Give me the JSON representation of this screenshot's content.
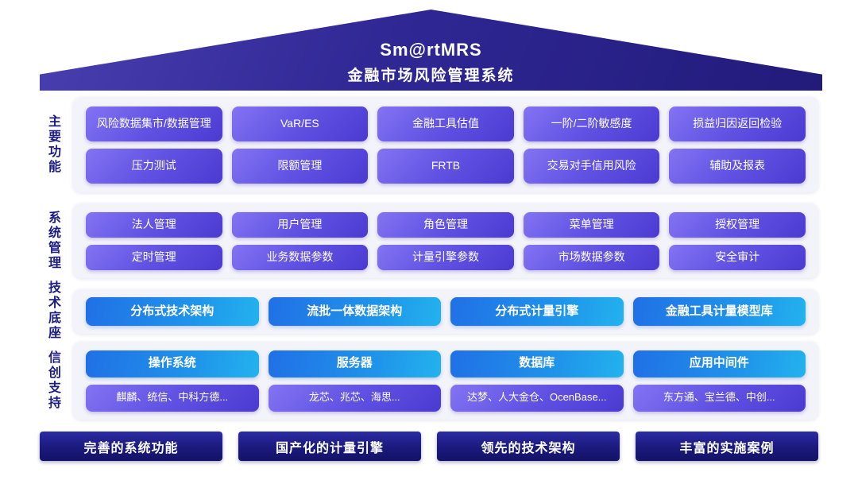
{
  "roof": {
    "title_line1": "Sm@rtMRS",
    "title_line2": "金融市场风险管理系统"
  },
  "sections": [
    {
      "label": "主要功能",
      "rows": [
        [
          "风险数据集市/数据管理",
          "VaR/ES",
          "金融工具估值",
          "一阶/二阶敏感度",
          "损益归因返回检验"
        ],
        [
          "压力测试",
          "限额管理",
          "FRTB",
          "交易对手信用风险",
          "辅助及报表"
        ]
      ]
    },
    {
      "label": "系统管理",
      "rows": [
        [
          "法人管理",
          "用户管理",
          "角色管理",
          "菜单管理",
          "授权管理"
        ],
        [
          "定时管理",
          "业务数据参数",
          "计量引擎参数",
          "市场数据参数",
          "安全审计"
        ]
      ]
    },
    {
      "label": "技术底座",
      "rows": [
        [
          "分布式技术架构",
          "流批一体数据架构",
          "分布式计量引擎",
          "金融工具计量模型库"
        ]
      ]
    },
    {
      "label": "信创支持",
      "rows": [
        [
          "操作系统",
          "服务器",
          "数据库",
          "应用中间件"
        ],
        [
          "麒麟、统信、中科方德...",
          "龙芯、兆芯、海思...",
          "达梦、人大金仓、OcenBase...",
          "东方通、宝兰德、中创..."
        ]
      ]
    }
  ],
  "footer": {
    "items": [
      "完善的系统功能",
      "国产化的计量引擎",
      "领先的技术架构",
      "丰富的实施案例"
    ]
  },
  "colors": {
    "roof": "#2f2794",
    "purple_button": "#6152e3",
    "blue_button": "#1f96ea",
    "navy_button": "#1b1a7c",
    "panel_bg": "#f3f3fa",
    "side_label": "#1c1c82"
  }
}
